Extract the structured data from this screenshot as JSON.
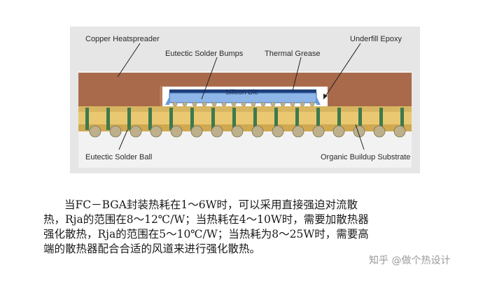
{
  "diagram": {
    "labels": {
      "copper_heatspreader": "Copper Heatspreader",
      "eutectic_solder_bumps": "Eutectic Solder Bumps",
      "thermal_grease": "Thermal Grease",
      "underfill_epoxy": "Underfill Epoxy",
      "silicon_die": "Silicon Die",
      "eutectic_solder_ball": "Eutectic Solder Ball",
      "organic_buildup_substrate": "Organic Buildup Substrate"
    },
    "colors": {
      "copper": "#A86A4A",
      "substrate": "#E9C871",
      "substrate_dark": "#CFA850",
      "via": "#3D7A4E",
      "die": "#8FB6E8",
      "die_edge": "#3F6FB0",
      "ball": "#BDB08A",
      "frame": "#E4E4E4"
    }
  },
  "paragraph": {
    "line1": "当FC－BGA封装热耗在1～6W时，可以采用直接强迫对流散",
    "line2": "热，Rja的范围在8～12℃/W；当热耗在4～10W时，需要加散热器",
    "line3": "强化散热，Rja的范围在5～10℃/W；当热耗为8～25W时，需要高",
    "line4": "端的散热器配合合适的风道来进行强化散热。"
  },
  "watermark": {
    "text": "知乎 @做个热设计"
  }
}
